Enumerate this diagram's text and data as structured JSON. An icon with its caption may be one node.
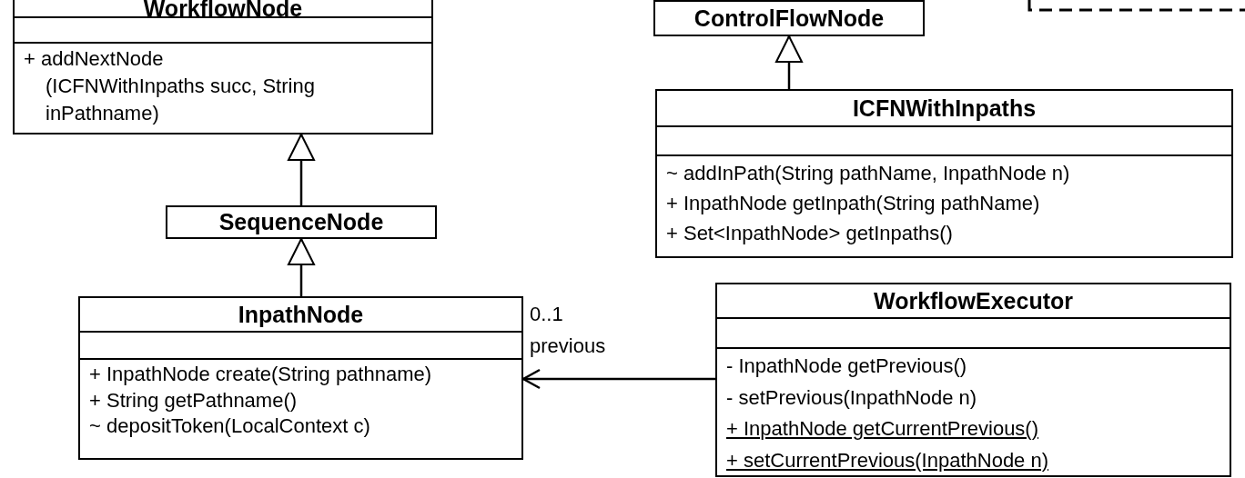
{
  "diagram": {
    "nodes": [
      {
        "text": [
          "WorkflowNode",
          "+ addNextNode (ICFNWithInpaths succ, String inPathname)"
        ]
      },
      {
        "text": [
          "ControlFlowNode"
        ]
      },
      {
        "text": [
          "ICFNWithInpaths",
          "~ addInPath(String pathName, InpathNode n)",
          "+ InpathNode getInpath(String pathName)",
          "+ Set<InpathNode> getInpaths()"
        ]
      },
      {
        "text": [
          "SequenceNode"
        ]
      },
      {
        "text": [
          "InpathNode",
          "+ InpathNode create(String pathname)",
          "+ String getPathname()",
          "~ depositToken(LocalContext c)"
        ],
        "beside": [
          "0..1"
        ]
      },
      {
        "text": [
          "WorkflowExecutor",
          "- InpathNode getPrevious()",
          "- setPrevious(InpathNode n)",
          "+ InpathNode getCurrentPrevious()",
          "+ setCurrentPrevious(InpathNode n)"
        ]
      }
    ],
    "edges": [
      {
        "from": 3,
        "to": 0,
        "arrow": "to"
      },
      {
        "from": 4,
        "to": 3,
        "arrow": "to"
      },
      {
        "from": 2,
        "to": 1,
        "arrow": "to"
      },
      {
        "from": 5,
        "to": 4,
        "arrow": "to",
        "label": "previous"
      }
    ]
  }
}
